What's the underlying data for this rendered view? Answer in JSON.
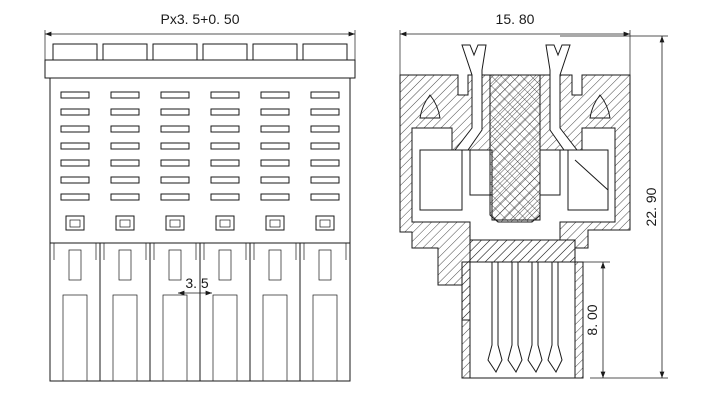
{
  "labels": {
    "pitch_total": "Px3. 5+0. 50",
    "pitch": "3. 5",
    "width": "15. 80",
    "height": "22. 90",
    "pin_length": "8. 00"
  },
  "colors": {
    "line": "#1a1a1a",
    "background": "#ffffff"
  },
  "front_view": {
    "positions": 6,
    "slot_rows": 7
  }
}
